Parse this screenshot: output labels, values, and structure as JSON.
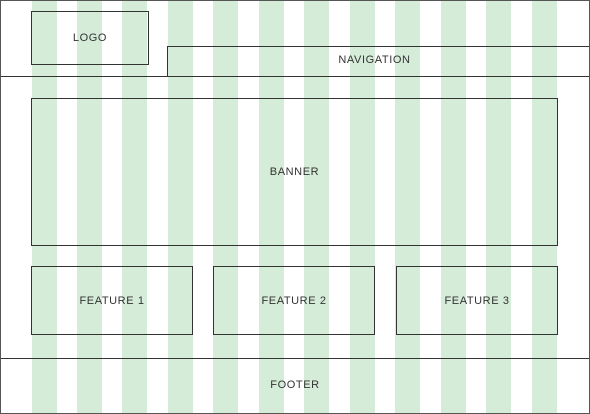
{
  "grid": {
    "column_count": 12,
    "column_color": "#d5ecd8",
    "line_color": "#333333"
  },
  "header": {
    "logo_label": "LOGO",
    "navigation_label": "NAVIGATION"
  },
  "banner": {
    "label": "BANNER"
  },
  "features": [
    {
      "label": "FEATURE 1"
    },
    {
      "label": "FEATURE 2"
    },
    {
      "label": "FEATURE 3"
    }
  ],
  "footer": {
    "label": "FOOTER"
  }
}
